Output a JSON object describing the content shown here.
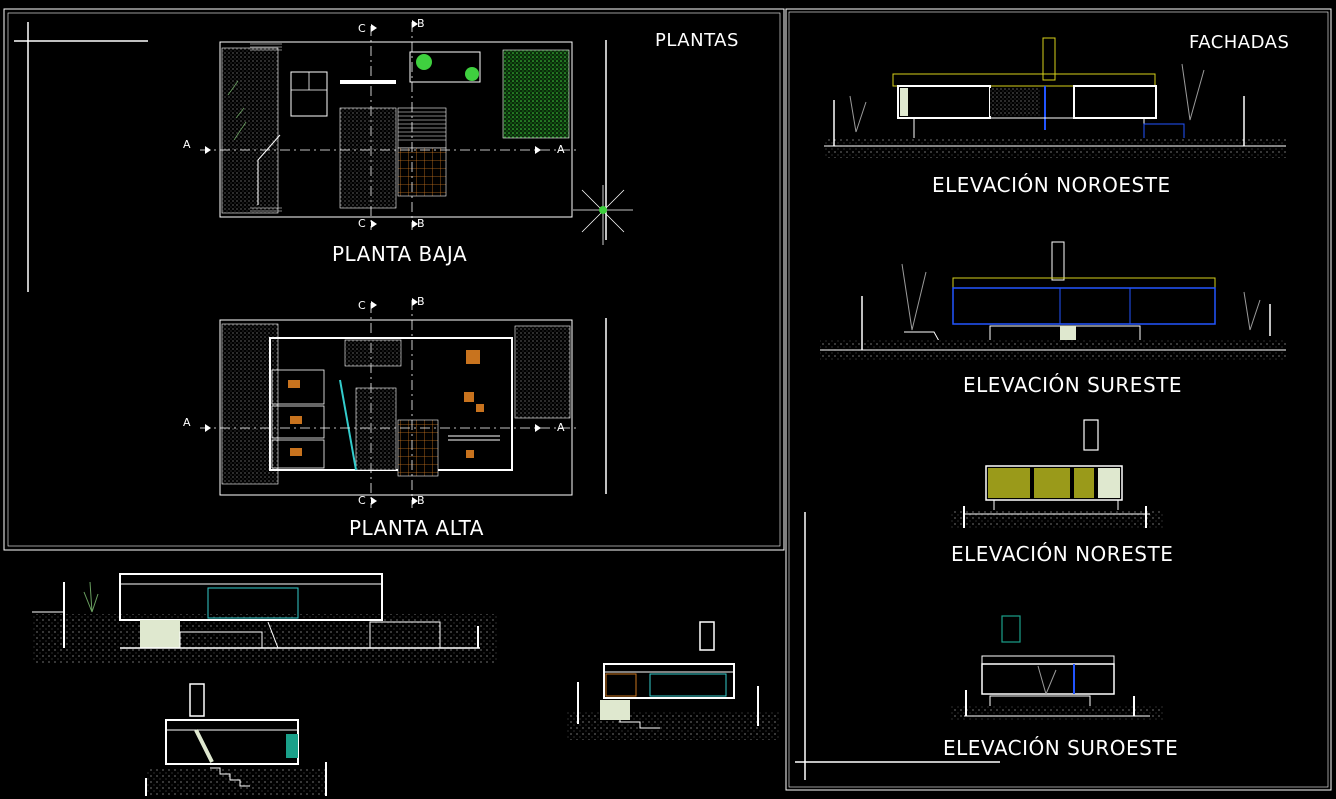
{
  "sheets": {
    "plantas": "PLANTAS",
    "fachadas": "FACHADAS"
  },
  "plans": {
    "ground": "PLANTA BAJA",
    "upper": "PLANTA ALTA"
  },
  "elevations": {
    "noroeste": "ELEVACIÓN NOROESTE",
    "sureste": "ELEVACIÓN SURESTE",
    "noreste": "ELEVACIÓN NORESTE",
    "suroeste": "ELEVACIÓN SUROESTE"
  },
  "section_marks": {
    "a": "A",
    "b": "B",
    "c": "C"
  },
  "colors": {
    "background": "#000000",
    "linework": "#ffffff",
    "vegetation": "#33cc33",
    "accent_yellow": "#d6d11a",
    "accent_blue": "#2255ff",
    "accent_cyan": "#33cccc",
    "accent_orange": "#c8731e"
  }
}
